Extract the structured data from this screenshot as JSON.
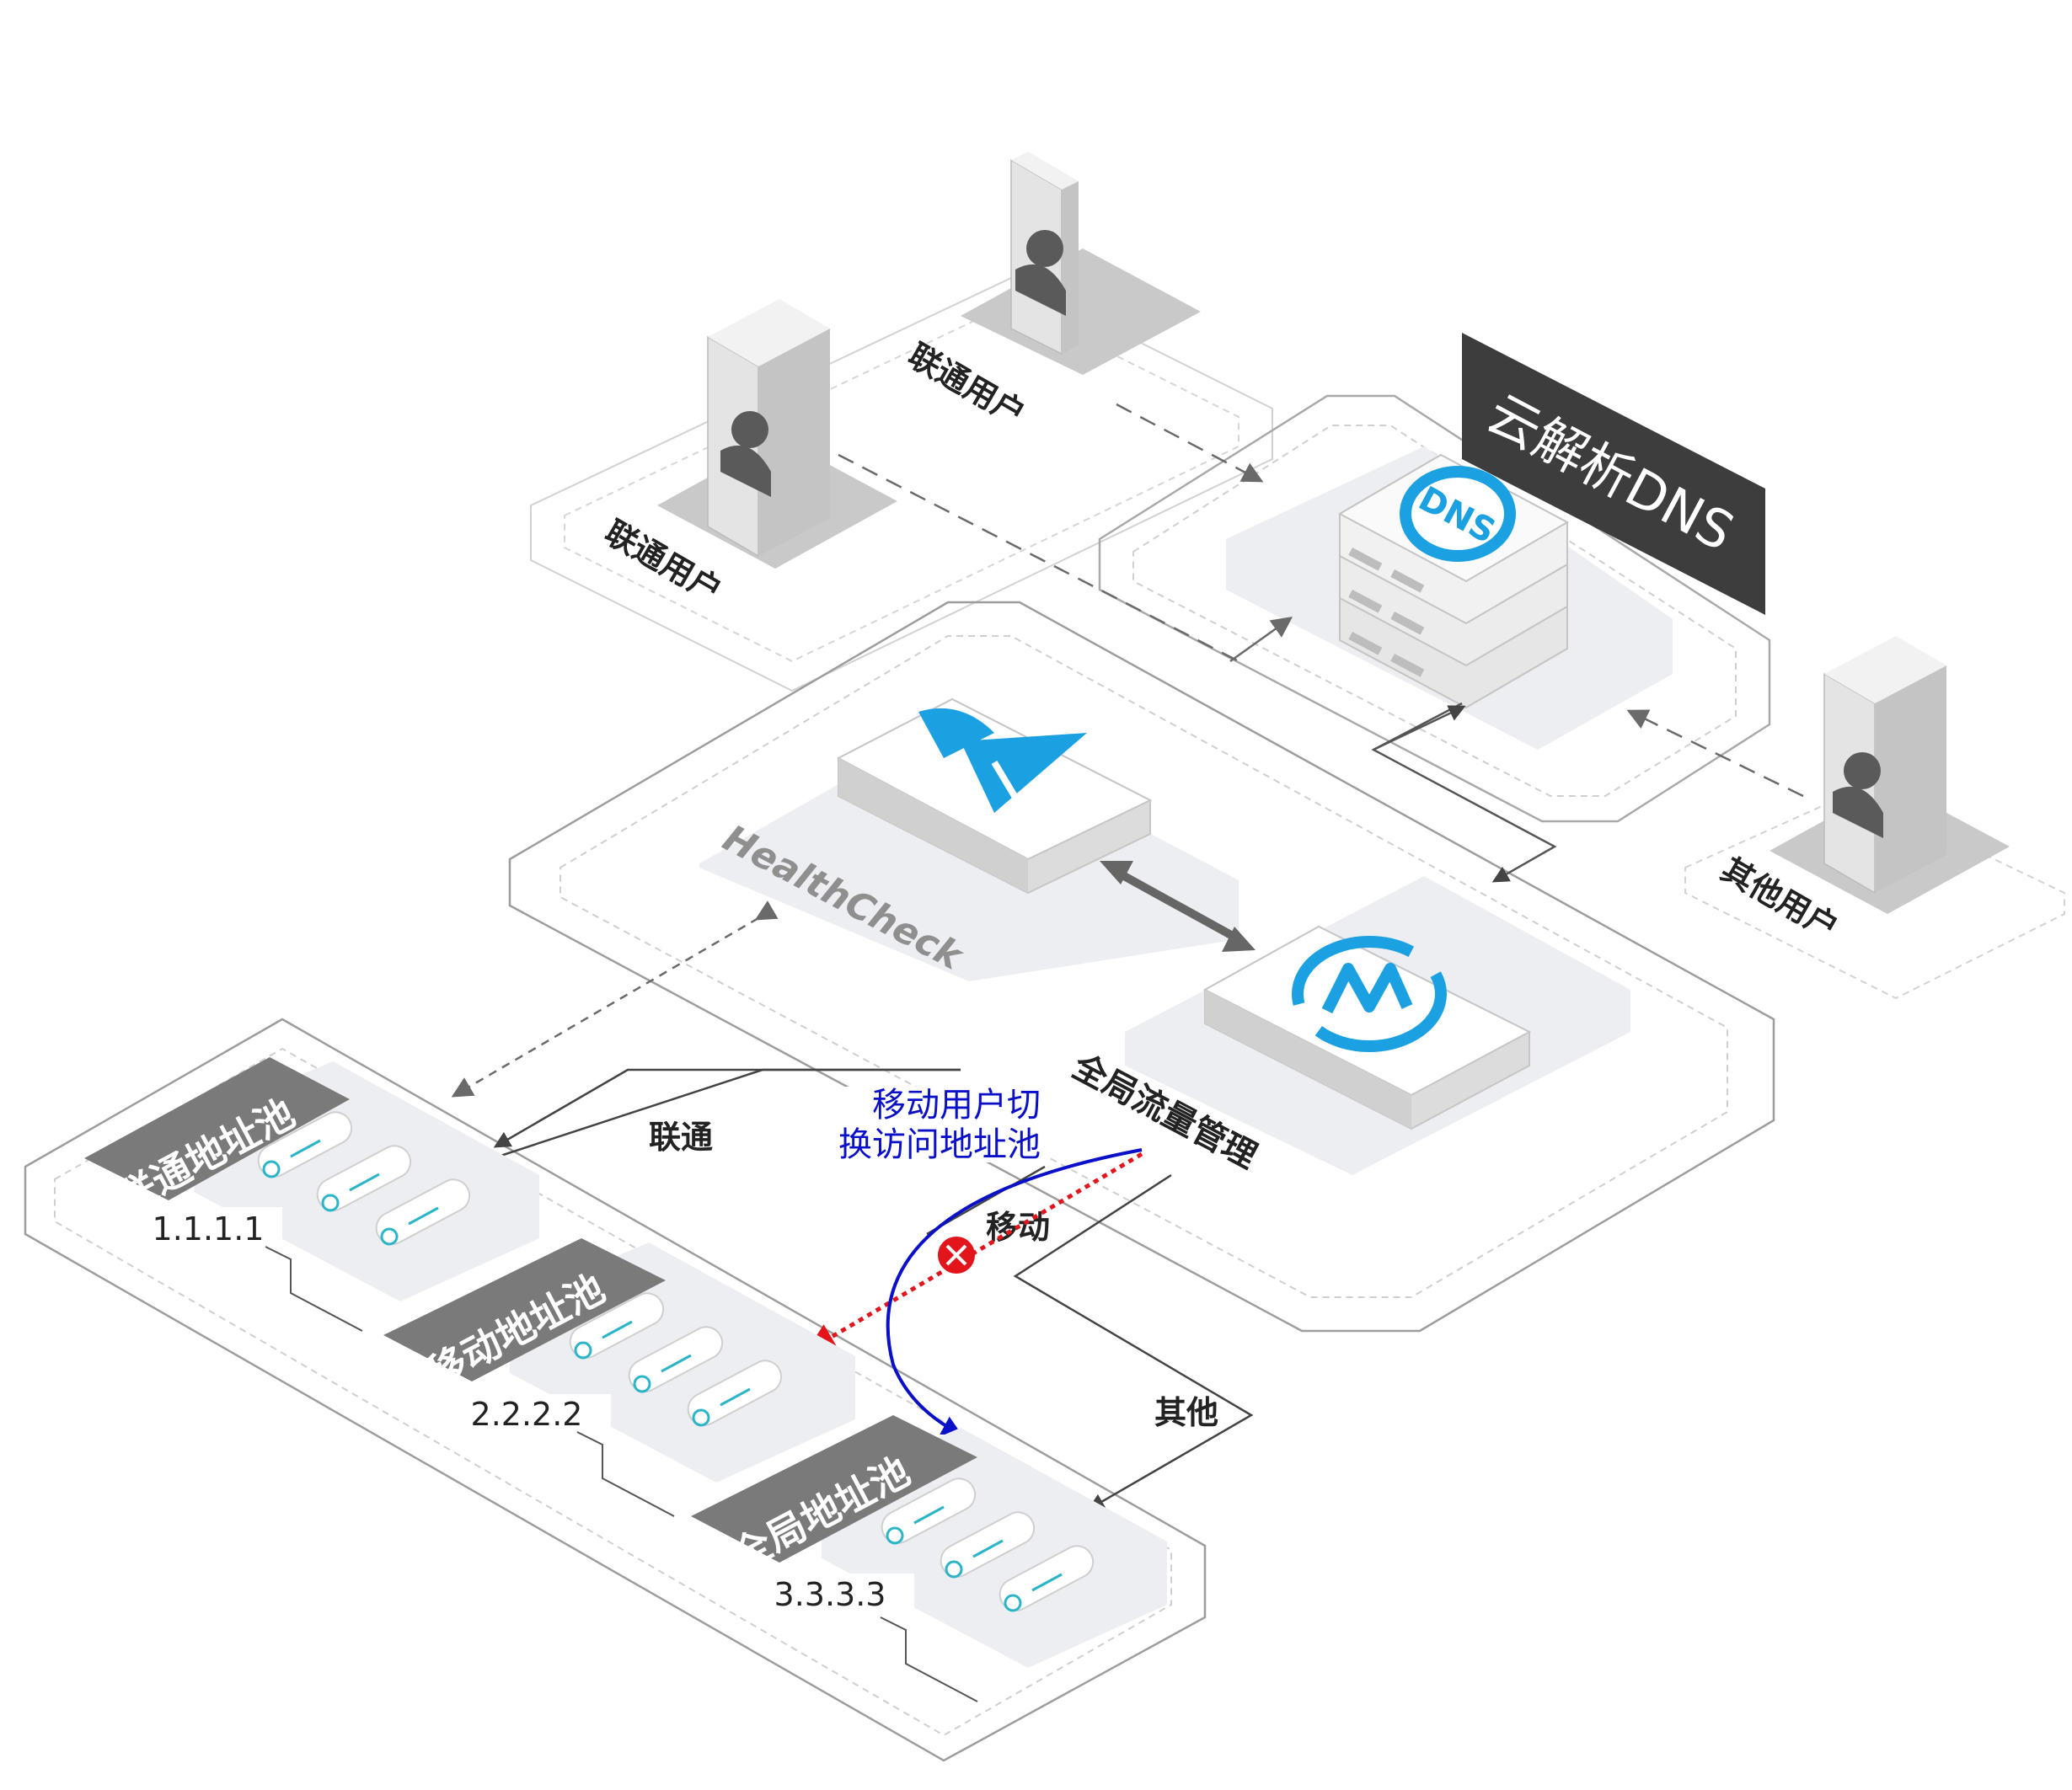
{
  "users": {
    "unicom_a": "联通用户",
    "unicom_b": "联通用户",
    "other": "其他用户"
  },
  "dns": {
    "title": "云解析DNS",
    "logo_text": "DNS"
  },
  "healthcheck": {
    "label": "HealthCheck"
  },
  "gtm": {
    "label": "全局流量管理"
  },
  "routes": {
    "unicom": "联通",
    "mobile": "移动",
    "other": "其他",
    "switch_note_line1": "移动用户切",
    "switch_note_line2": "换访问地址池"
  },
  "pools": [
    {
      "name": "联通地址池",
      "ip": "1.1.1.1"
    },
    {
      "name": "移动地址池",
      "ip": "2.2.2.2"
    },
    {
      "name": "全局地址池",
      "ip": "3.3.3.3"
    }
  ],
  "colors": {
    "accent_blue": "#1ba1e2",
    "switch_arrow": "#0a0fc8",
    "failed_path": "#e2141c",
    "dark_label": "#3d3d3d",
    "pool_label": "#7a7a7a"
  }
}
